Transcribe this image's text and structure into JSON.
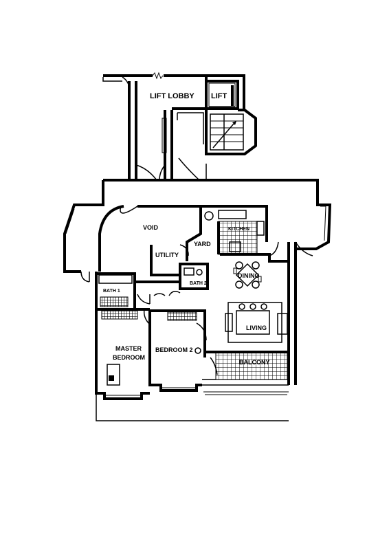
{
  "rooms": {
    "lift_lobby": "LIFT LOBBY",
    "lift": "LIFT",
    "void": "VOID",
    "kitchen": "KITCHEN",
    "yard": "YARD",
    "utility": "UTILITY",
    "dining": "DINING",
    "bath1": "BATH 1",
    "bath2": "BATH 2",
    "living": "LIVING",
    "master_bedroom_line1": "MASTER",
    "master_bedroom_line2": "BEDROOM",
    "bedroom2": "BEDROOM 2",
    "balcony": "BALCONY"
  }
}
